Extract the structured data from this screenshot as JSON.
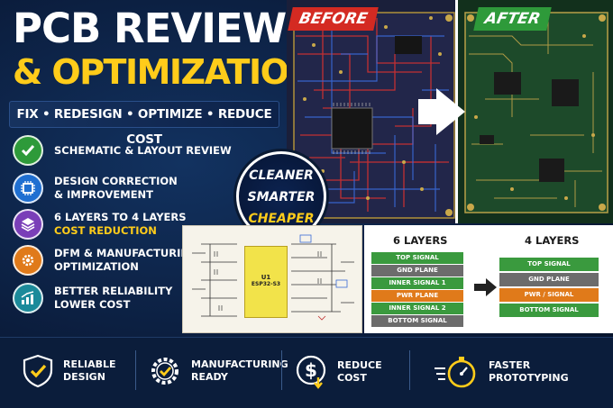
{
  "headline": {
    "line1": "PCB REVIEW",
    "line2": "& OPTIMIZATION",
    "tagline": "FIX • REDESIGN • OPTIMIZE • REDUCE COST"
  },
  "features": [
    {
      "icon": "check-icon",
      "line1": "SCHEMATIC & LAYOUT REVIEW",
      "line2": "",
      "highlight": "",
      "color": "#2e9a3a"
    },
    {
      "icon": "chip-icon",
      "line1": "DESIGN CORRECTION",
      "line2": "& IMPROVEMENT",
      "highlight": "",
      "color": "#1f6fd1"
    },
    {
      "icon": "layers-icon",
      "line1": "6 LAYERS TO 4 LAYERS",
      "line2": "",
      "highlight": "COST REDUCTION",
      "color": "#7a3fb8"
    },
    {
      "icon": "gear-icon",
      "line1": "DFM & MANUFACTURING",
      "line2": "OPTIMIZATION",
      "highlight": "",
      "color": "#e07a1a"
    },
    {
      "icon": "chart-icon",
      "line1": "BETTER RELIABILITY",
      "line2": "LOWER COST",
      "highlight": "",
      "color": "#1b8a9a"
    }
  ],
  "comparison": {
    "before_label": "BEFORE",
    "after_label": "AFTER"
  },
  "badge": {
    "line1": "CLEANER",
    "line2": "SMARTER",
    "line3": "CHEAPER"
  },
  "schematic": {
    "chip_name": "U1",
    "chip_model": "ESP32-S3"
  },
  "layers": {
    "six_title": "6 LAYERS",
    "four_title": "4 LAYERS",
    "six": [
      "TOP SIGNAL",
      "GND PLANE",
      "INNER SIGNAL 1",
      "PWR PLANE",
      "INNER SIGNAL 2",
      "BOTTOM SIGNAL"
    ],
    "four": [
      "TOP SIGNAL",
      "GND PLANE",
      "PWR / SIGNAL",
      "BOTTOM SIGNAL"
    ]
  },
  "footer": [
    {
      "icon": "shield-check-icon",
      "line1": "RELIABLE",
      "line2": "DESIGN"
    },
    {
      "icon": "gear-check-icon",
      "line1": "MANUFACTURING",
      "line2": "READY"
    },
    {
      "icon": "dollar-down-icon",
      "line1": "REDUCE",
      "line2": "COST"
    },
    {
      "icon": "stopwatch-icon",
      "line1": "FASTER",
      "line2": "PROTOTYPING"
    }
  ],
  "colors": {
    "accent": "#ffcc1a",
    "background": "#0a1a33",
    "red": "#d42a22",
    "green": "#2e9a3a"
  }
}
